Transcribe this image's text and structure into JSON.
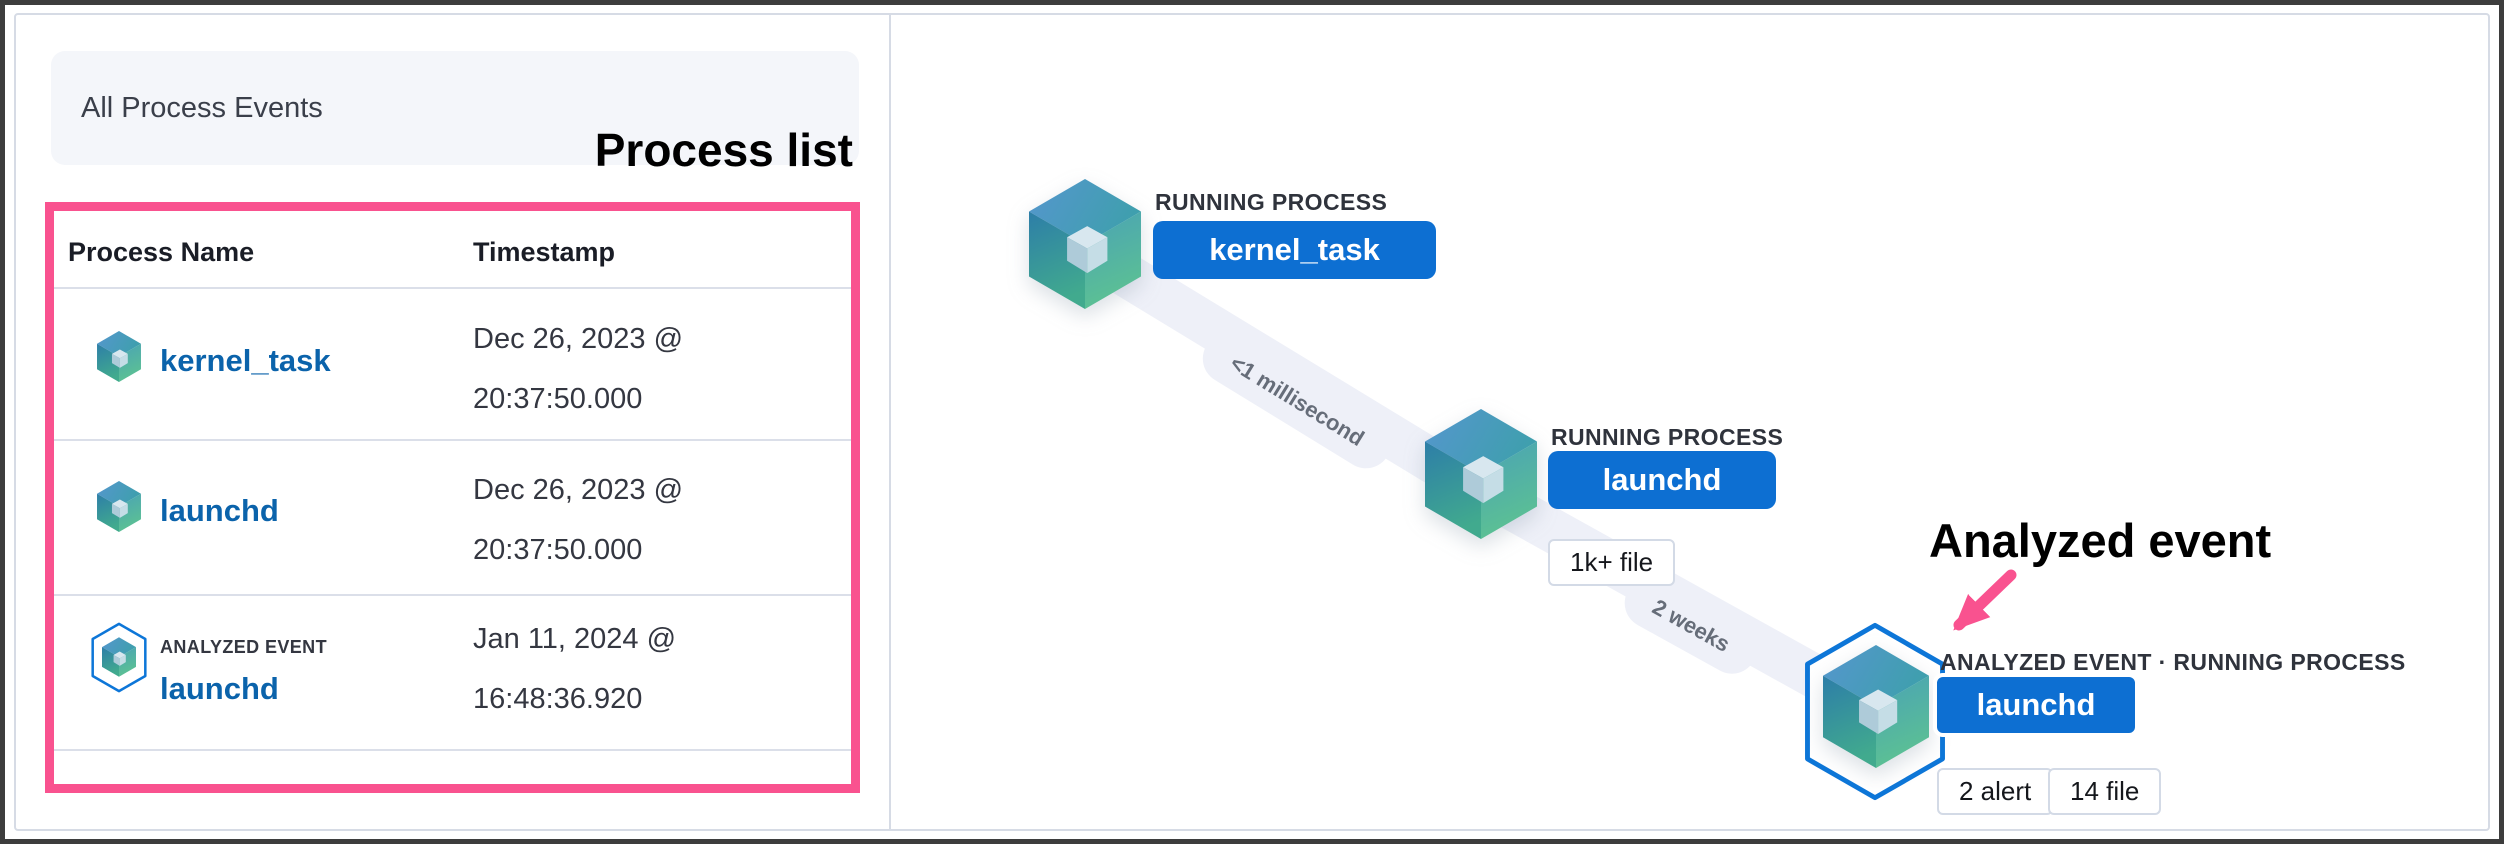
{
  "colors": {
    "accent_pink": "#f9528f",
    "button_blue": "#0d6fd2",
    "link_blue": "#0b63ab",
    "edge_band": "#eef0f8",
    "border_gray": "#d6dbe5"
  },
  "left_panel": {
    "title": "All Process Events",
    "annotation": "Process list",
    "table": {
      "col_name": "Process Name",
      "col_timestamp": "Timestamp",
      "rows": [
        {
          "name": "kernel_task",
          "date": "Dec 26, 2023 @",
          "time": "20:37:50.000"
        },
        {
          "name": "launchd",
          "date": "Dec 26, 2023 @",
          "time": "20:37:50.000"
        },
        {
          "event_badge": "ANALYZED EVENT",
          "name": "launchd",
          "date": "Jan 11, 2024 @",
          "time": "16:48:36.920"
        }
      ]
    }
  },
  "graph": {
    "annotation": "Analyzed event",
    "nodes": [
      {
        "type_label": "RUNNING PROCESS",
        "name": "kernel_task",
        "badges": []
      },
      {
        "type_label": "RUNNING PROCESS",
        "name": "launchd",
        "badges": [
          "1k+ file"
        ]
      },
      {
        "type_label": "ANALYZED EVENT · RUNNING PROCESS",
        "name": "launchd",
        "badges": [
          "2 alert",
          "14 file"
        ]
      }
    ],
    "edges": [
      {
        "label": "<1 millisecond"
      },
      {
        "label": "2 weeks"
      }
    ]
  }
}
